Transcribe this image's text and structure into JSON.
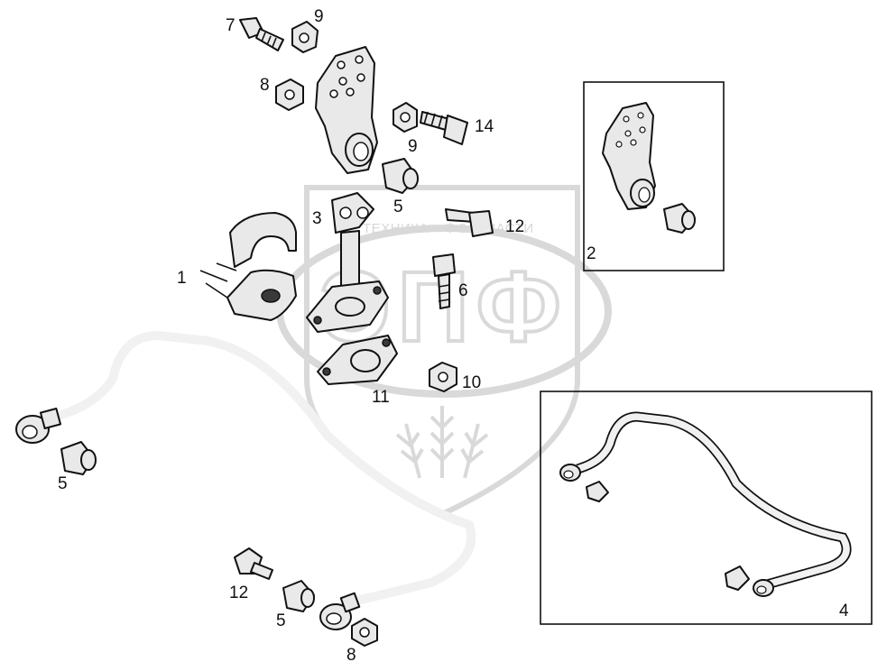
{
  "watermark": {
    "monogram": "ЭПФ",
    "tagline_left": "ТЕХНИКА",
    "tagline_right": "ЗАПЧАСТИ"
  },
  "callouts": {
    "c1": "1",
    "c2": "2",
    "c3": "3",
    "c4": "4",
    "c5a": "5",
    "c5b": "5",
    "c5c": "5",
    "c6": "6",
    "c7": "7",
    "c8a": "8",
    "c8b": "8",
    "c9a": "9",
    "c9b": "9",
    "c10": "10",
    "c11": "11",
    "c12a": "12",
    "c12b": "12",
    "c14": "14"
  }
}
